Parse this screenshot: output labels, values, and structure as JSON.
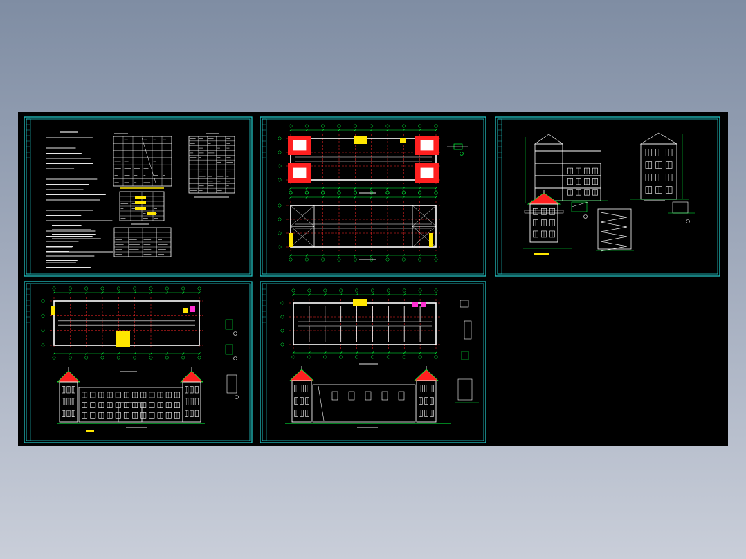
{
  "colors": {
    "backdrop_top": "#7f8da3",
    "backdrop_bottom": "#c9ced9",
    "viewport": "#000000",
    "sheet_frame": "#24d0d0",
    "line_work": "#00ff3c",
    "text_lines": "#e6e6e6",
    "roof_fill": "#ff2020",
    "axis_dash": "#ff2a2a",
    "highlight_yellow": "#ffe600",
    "highlight_magenta": "#ff2fd2"
  },
  "sheets": [
    {
      "id": "s1",
      "kind": "notes-and-tables"
    },
    {
      "id": "s2",
      "kind": "floor-plans-top"
    },
    {
      "id": "s3",
      "kind": "sections-and-details"
    },
    {
      "id": "s4",
      "kind": "plan-and-front-elevation"
    },
    {
      "id": "s5",
      "kind": "plan-and-rear-elevation"
    }
  ]
}
